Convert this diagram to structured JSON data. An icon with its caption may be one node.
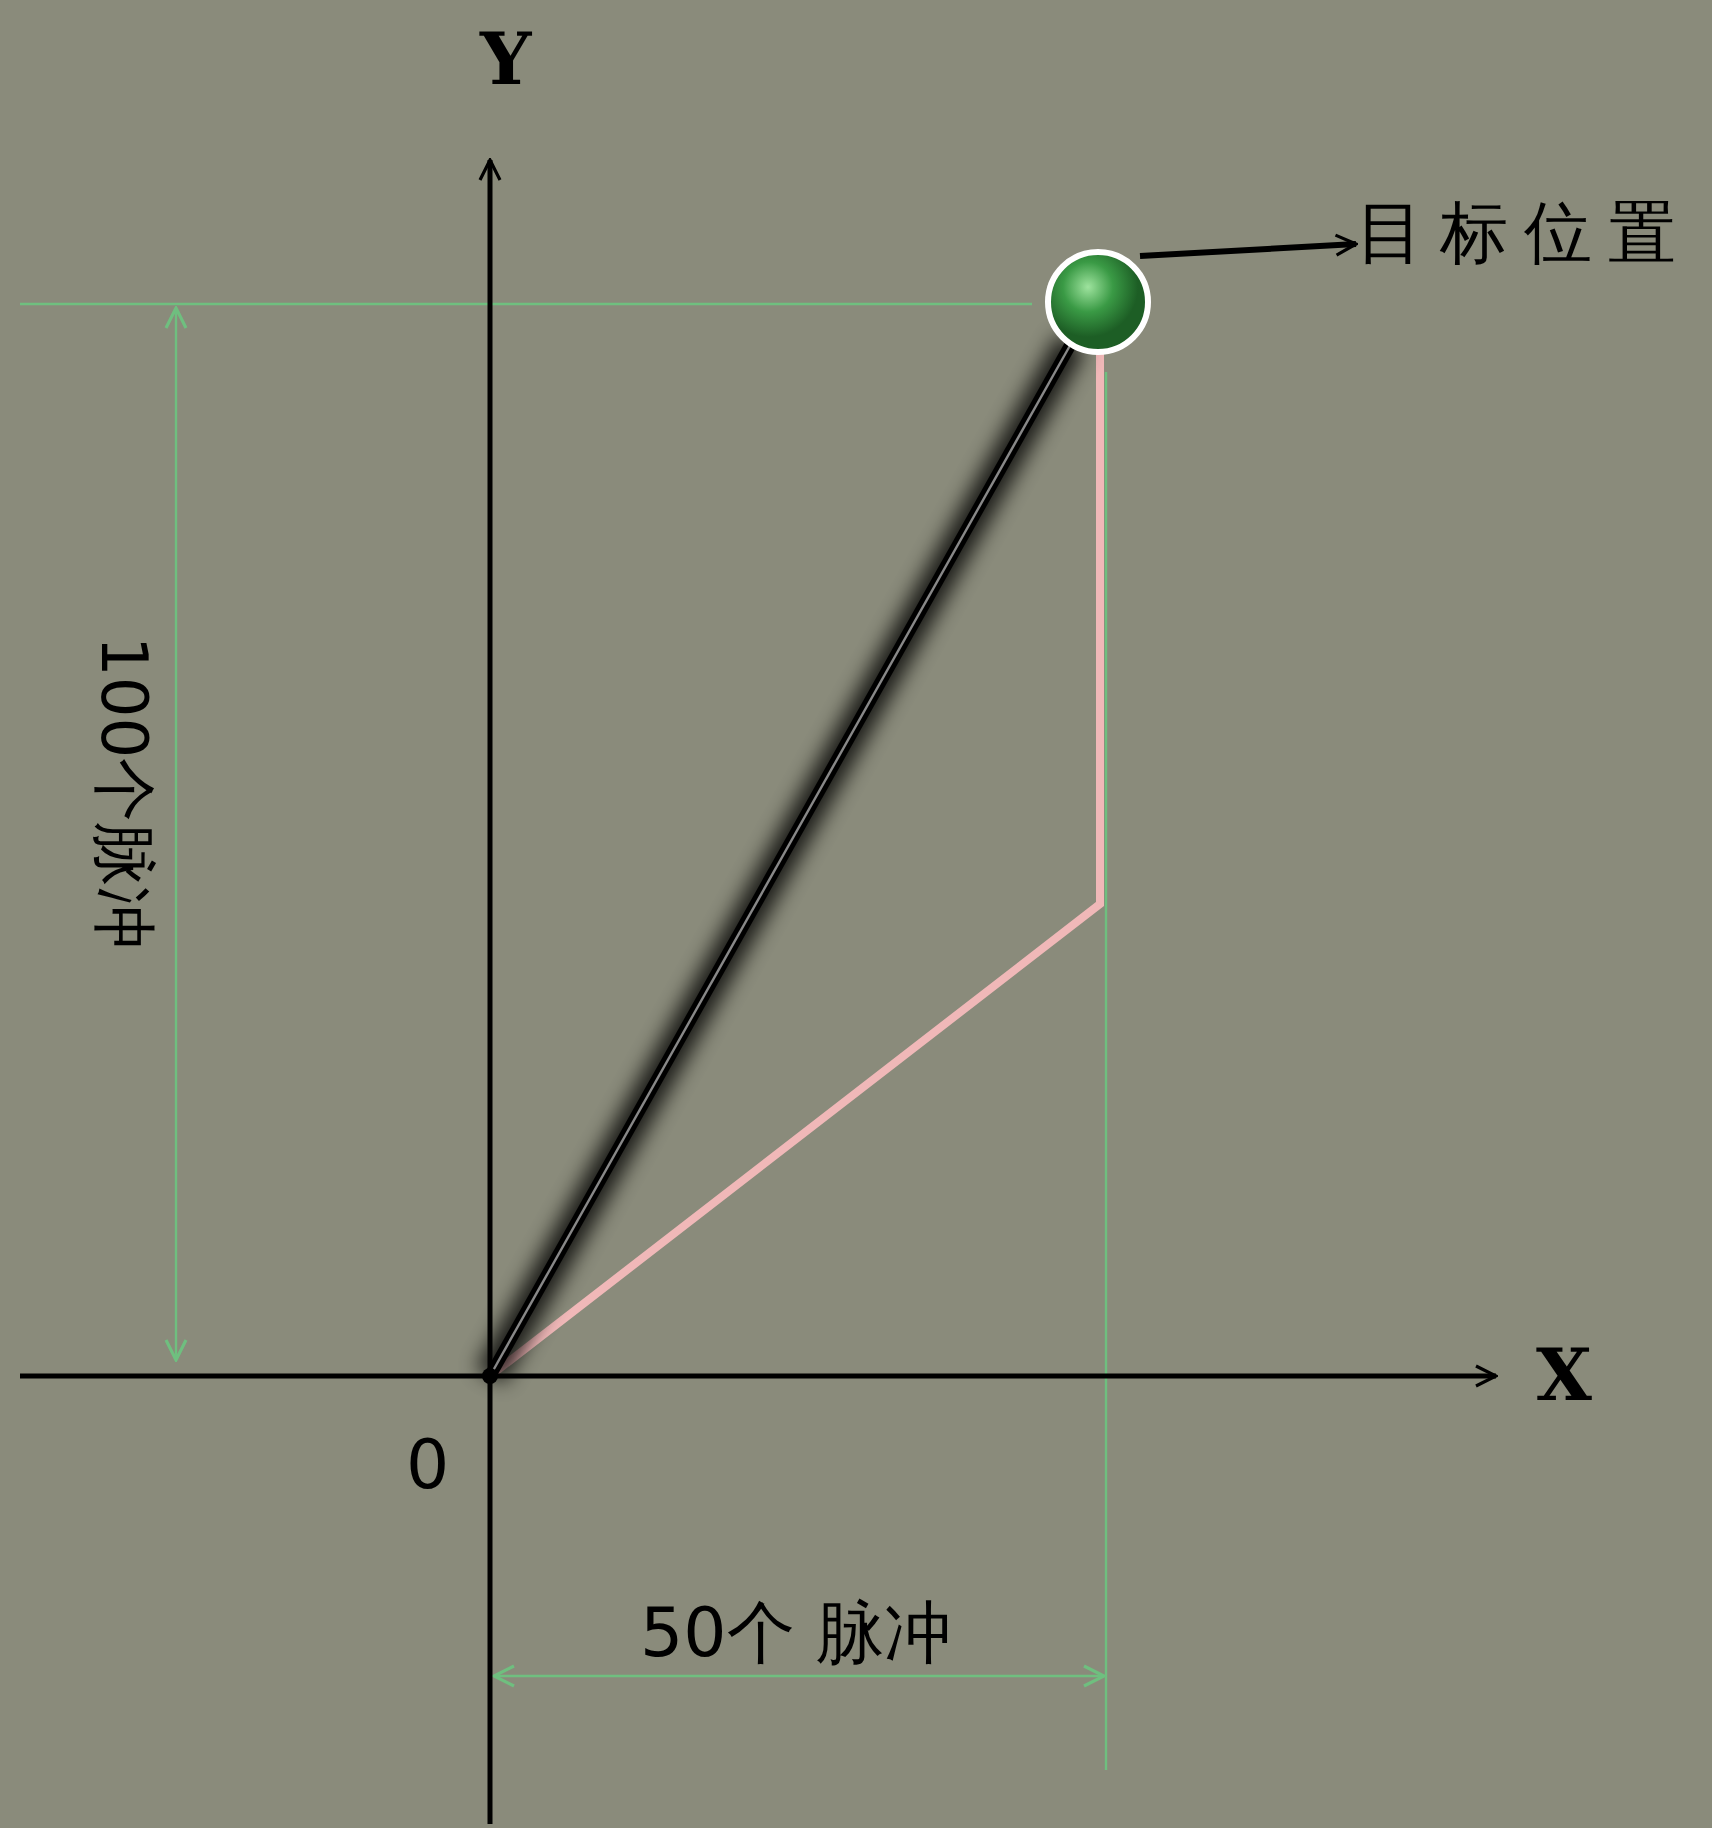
{
  "diagram": {
    "nodes": [
      {
        "text": [],
        "shape": "circle"
      },
      {
        "text": [
          "目标位置"
        ]
      },
      {
        "text": [],
        "shape": "circle"
      }
    ],
    "edges": [
      {
        "from": 0,
        "to": 1,
        "arrow": "to"
      },
      {
        "from": 2,
        "to": 0,
        "arrow": "none",
        "style": "thick"
      },
      {
        "from": 2,
        "to": 0,
        "arrow": "none",
        "color": "#f0b8b8"
      }
    ],
    "labels": [
      "Y",
      "100个脉冲",
      "X",
      "0",
      "50个 脉冲"
    ]
  }
}
